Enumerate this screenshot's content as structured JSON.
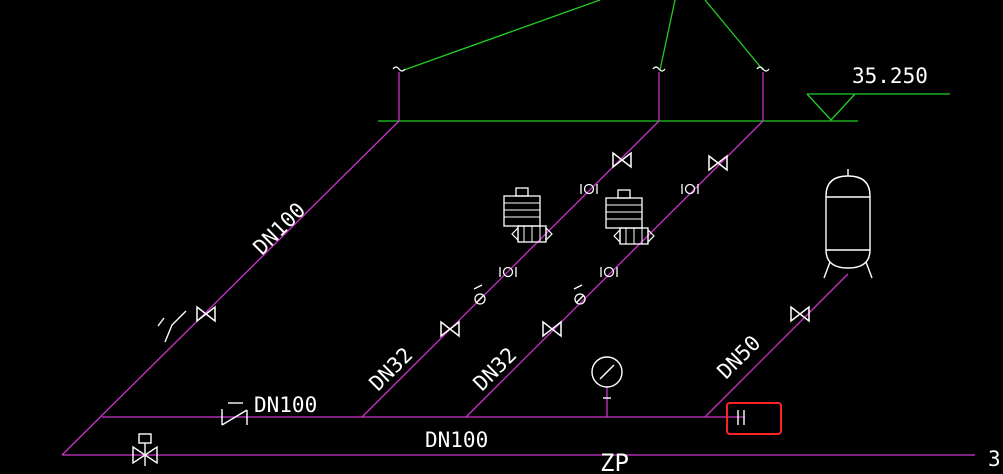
{
  "colors": {
    "background": "#000000",
    "pipe": "#cc33cc",
    "elevation_line": "#22cc22",
    "symbol": "#ffffff",
    "highlight": "#ff2222"
  },
  "labels": {
    "elevation": "35.250",
    "riser_main": "DN100",
    "branch_1": "DN32",
    "branch_2": "DN32",
    "branch_tank": "DN50",
    "header_check": "DN100",
    "header_main": "DN100",
    "bottom_main": "ZP",
    "edge_char": "3"
  },
  "icons": {
    "pump": "pump-icon",
    "valve": "gate-valve-icon",
    "check_valve": "check-valve-icon",
    "union": "union-icon",
    "gauge": "pressure-gauge-icon",
    "tank": "pressure-tank-icon",
    "elevation": "elevation-marker-icon",
    "highlight": "selection-box-icon"
  }
}
